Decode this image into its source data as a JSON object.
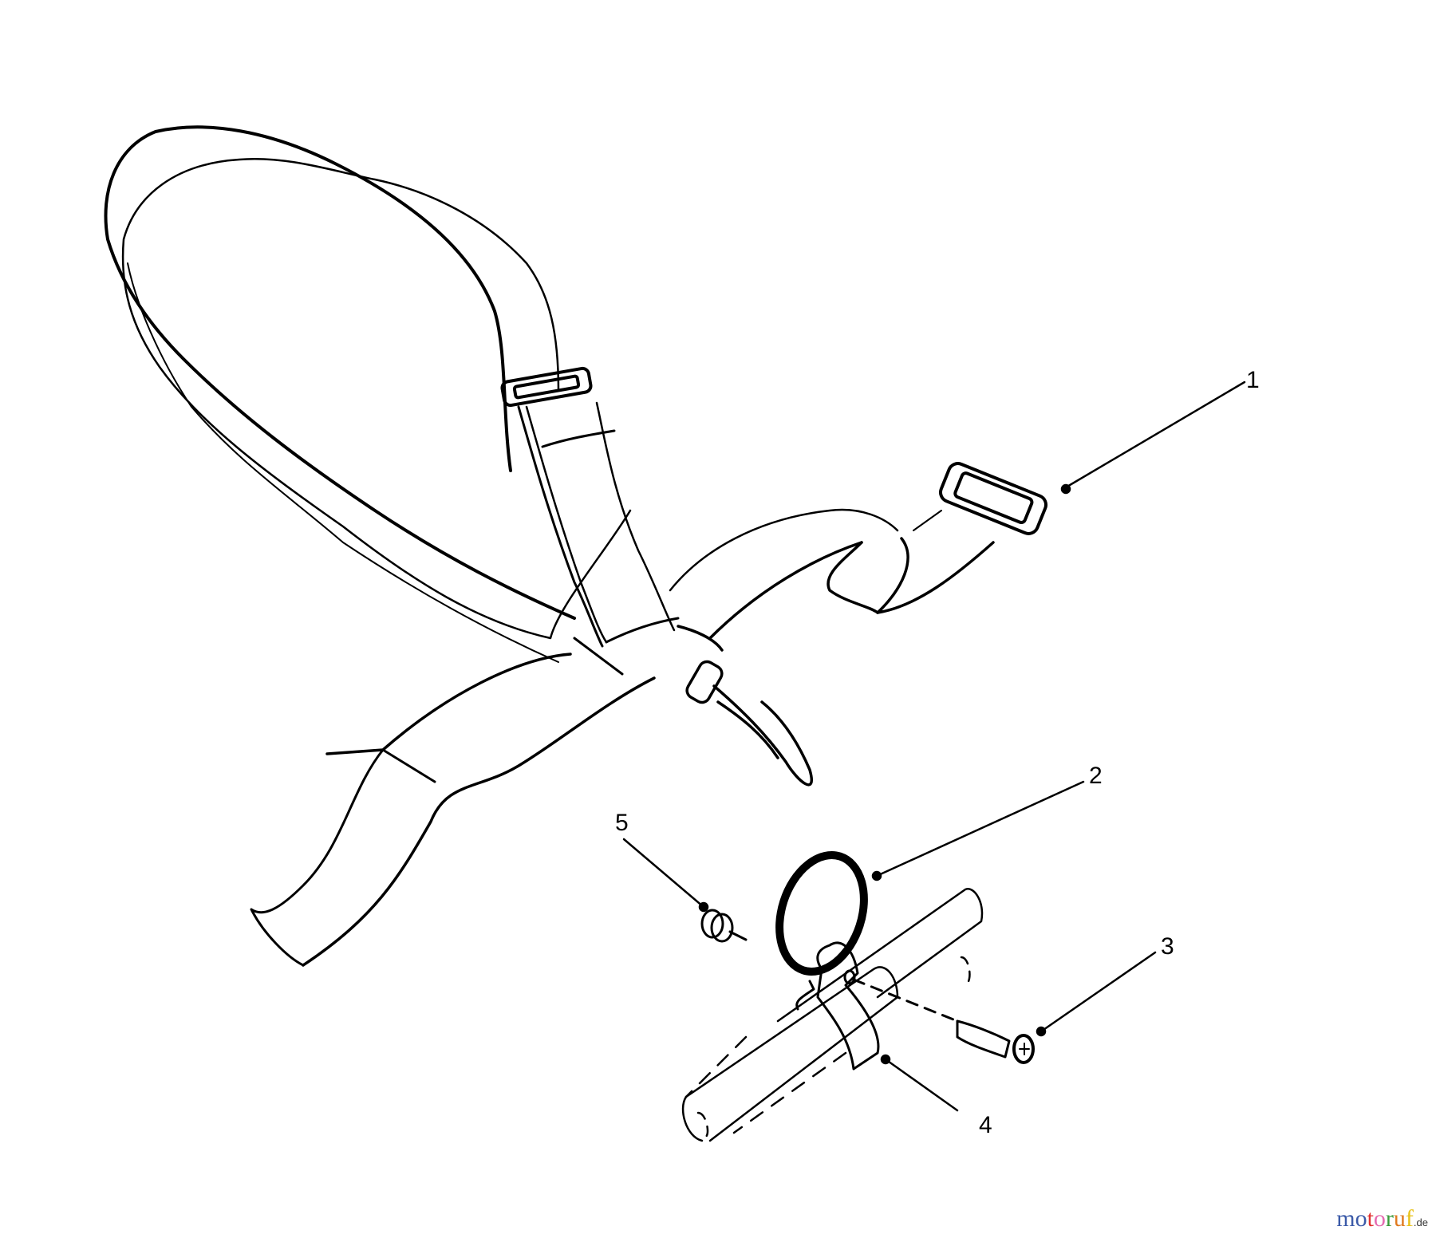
{
  "diagram": {
    "type": "exploded-parts-view",
    "subject": "shoulder harness / strap assembly with handle clamp",
    "callouts": [
      {
        "id": "1",
        "label": "1",
        "part": "strap"
      },
      {
        "id": "2",
        "label": "2",
        "part": "ring"
      },
      {
        "id": "3",
        "label": "3",
        "part": "screw"
      },
      {
        "id": "4",
        "label": "4",
        "part": "clamp"
      },
      {
        "id": "5",
        "label": "5",
        "part": "nut"
      }
    ]
  },
  "watermark": {
    "letters": [
      "m",
      "o",
      "t",
      "o",
      "r",
      "u",
      "f"
    ],
    "colors": [
      "#3b5aa8",
      "#3b5aa8",
      "#e2302f",
      "#e56bb0",
      "#3a9a3a",
      "#e07a1f",
      "#e8c21a"
    ],
    "tld": ".de"
  }
}
